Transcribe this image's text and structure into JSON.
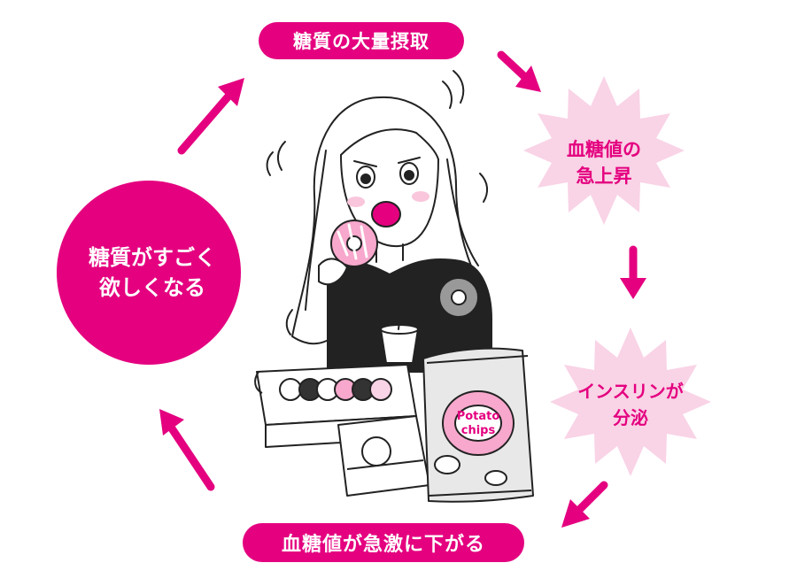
{
  "colors": {
    "accent": "#e4007f",
    "accent_light": "#f9d3e6",
    "ink": "#222222"
  },
  "cycle": {
    "step1": "糖質の大量摂取",
    "step2_line1": "血糖値の",
    "step2_line2": "急上昇",
    "step3_line1": "インスリンが",
    "step3_line2": "分泌",
    "step4": "血糖値が急激に下がる",
    "step5_line1": "糖質がすごく",
    "step5_line2": "欲しくなる"
  },
  "illustration": {
    "chips_text_line1": "Potato",
    "chips_text_line2": "chips"
  }
}
